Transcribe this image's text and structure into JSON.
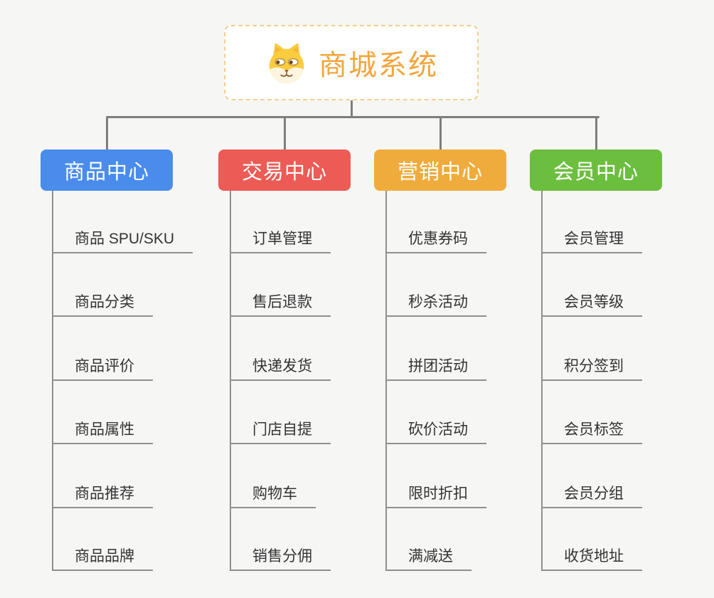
{
  "root": {
    "title": "商城系统",
    "icon": "dog-icon"
  },
  "branches": [
    {
      "label": "商品中心",
      "color": "#4a8ceb",
      "children": [
        "商品 SPU/SKU",
        "商品分类",
        "商品评价",
        "商品属性",
        "商品推荐",
        "商品品牌"
      ]
    },
    {
      "label": "交易中心",
      "color": "#ec5b55",
      "children": [
        "订单管理",
        "售后退款",
        "快递发货",
        "门店自提",
        "购物车",
        "销售分佣"
      ]
    },
    {
      "label": "营销中心",
      "color": "#efac3d",
      "children": [
        "优惠券码",
        "秒杀活动",
        "拼团活动",
        "砍价活动",
        "限时折扣",
        "满减送"
      ]
    },
    {
      "label": "会员中心",
      "color": "#6cbe3f",
      "children": [
        "会员管理",
        "会员等级",
        "积分签到",
        "会员标签",
        "会员分组",
        "收货地址"
      ]
    }
  ],
  "colors": {
    "background": "#f6f6f5",
    "connector": "#7e7e7e",
    "branch_line": "#8f8f8f",
    "leaf_text": "#333333",
    "root_text": "#f2a63c",
    "root_border": "#f3cf8f",
    "node_text": "#ffffff"
  }
}
